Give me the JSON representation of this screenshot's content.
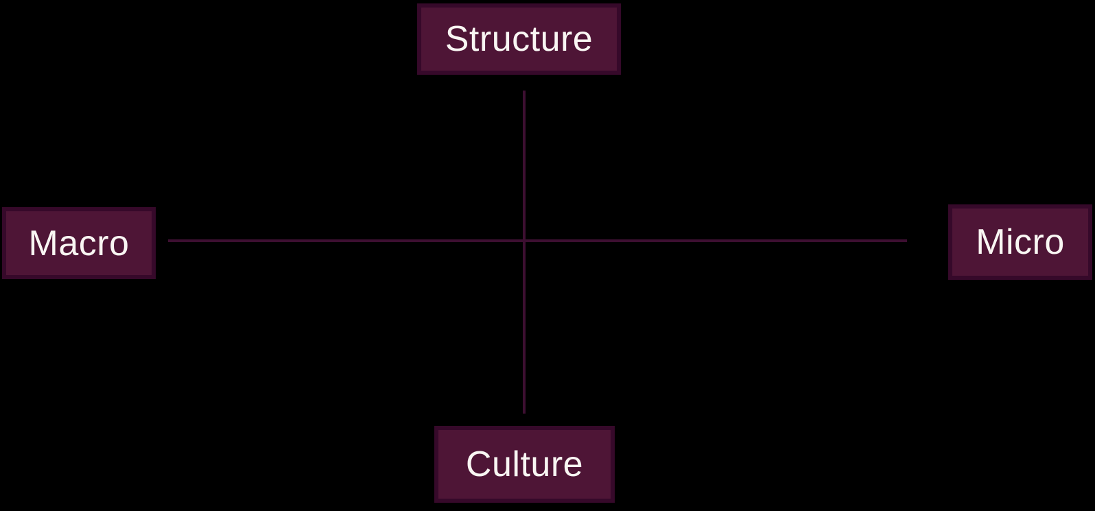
{
  "diagram": {
    "title": "Structure-Culture / Macro-Micro quadrant axes",
    "colors": {
      "background": "#000000",
      "line": "#3d0f31",
      "box-fill": "#4e1536",
      "box-border": "#36092a",
      "text": "#f9f6f3"
    },
    "nodes": [
      {
        "id": "structure",
        "label": "Structure",
        "position": "top"
      },
      {
        "id": "macro",
        "label": "Macro",
        "position": "left"
      },
      {
        "id": "micro",
        "label": "Micro",
        "position": "right"
      },
      {
        "id": "culture",
        "label": "Culture",
        "position": "bottom"
      }
    ],
    "axes": {
      "vertical": {
        "from": "Structure",
        "to": "Culture"
      },
      "horizontal": {
        "from": "Macro",
        "to": "Micro"
      }
    }
  }
}
